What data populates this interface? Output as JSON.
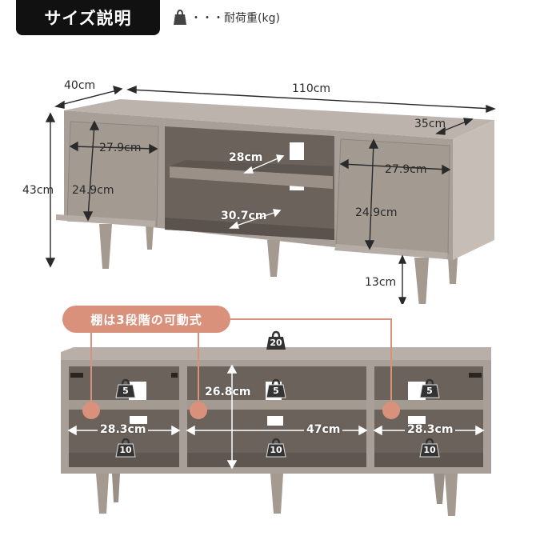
{
  "header": {
    "title": "サイズ説明",
    "legend_icon": "weight-icon",
    "legend_text": "・・・耐荷重(kg)"
  },
  "top_view": {
    "depth_total": "40cm",
    "width_total": "110cm",
    "depth_inner": "35cm",
    "height_total": "43cm",
    "leg_height": "13cm",
    "left_door_width": "27.9cm",
    "left_door_height": "24.9cm",
    "right_door_width": "27.9cm",
    "right_door_height": "24.9cm",
    "center_shelf_depth_upper": "28cm",
    "center_shelf_depth_lower": "30.7cm"
  },
  "bottom_view": {
    "shelf_note": "棚は3段階の可動式",
    "top_load": "20",
    "inner_height": "26.8cm",
    "left_width": "28.3cm",
    "center_width": "47cm",
    "right_width": "28.3cm",
    "shelf_loads": [
      "5",
      "5",
      "5"
    ],
    "bottom_loads": [
      "10",
      "10",
      "10"
    ]
  },
  "colors": {
    "accent": "#d9917c",
    "body": "#a8a098",
    "inner": "#6b625b",
    "title_bg": "#111111"
  }
}
